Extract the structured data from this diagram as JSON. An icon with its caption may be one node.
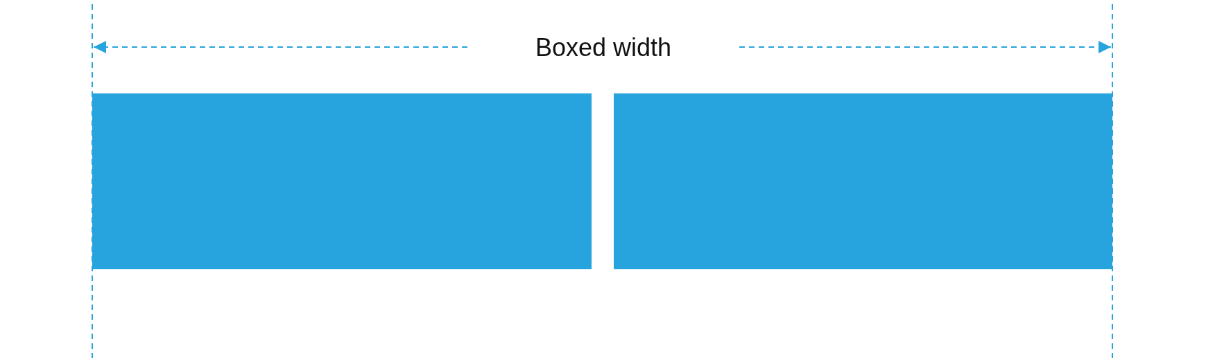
{
  "diagram": {
    "nodes": [
      {
        "text": [],
        "shape": "box"
      },
      {
        "text": [],
        "shape": "box"
      }
    ],
    "labels": [
      "Boxed width"
    ]
  }
}
